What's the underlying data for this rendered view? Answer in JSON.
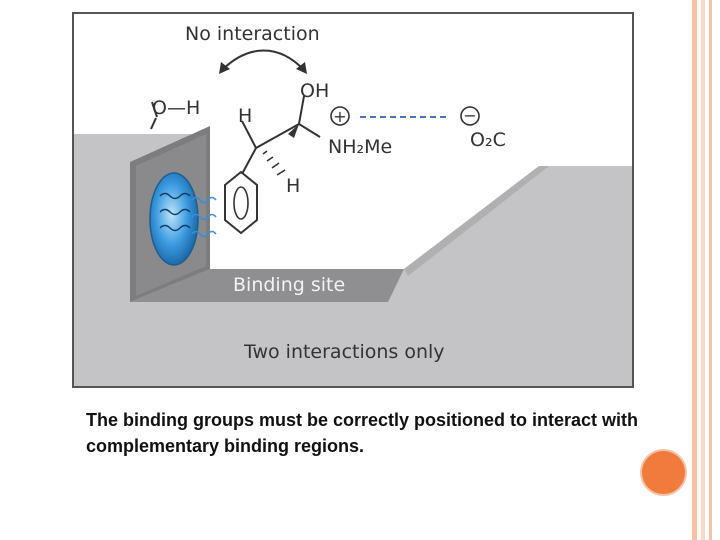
{
  "figure": {
    "top_label": "No interaction",
    "oxygen_hydrogen": "O—H",
    "hydrogen_upper": "H",
    "hydroxyl": "OH",
    "plus_sign": "+",
    "amine": "NH₂Me",
    "minus_sign": "−",
    "carboxylate": "O₂C",
    "hydrogen_lower": "H",
    "binding_site_label": "Binding site",
    "bottom_label": "Two interactions only"
  },
  "caption": "The binding groups must be correctly positioned to interact with complementary binding regions.",
  "colors": {
    "stripe_outer": "#f6c2a6",
    "stripe_inner": "#f9d9c7",
    "accent_dot": "#f07b3c",
    "surface_gray": "#c4c4c6",
    "floor_gray": "#8e8e90",
    "ring_blue": "#2f8fd1"
  }
}
